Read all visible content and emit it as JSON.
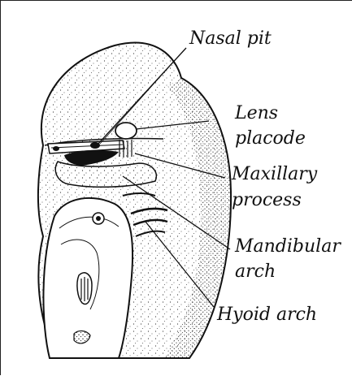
{
  "labels": {
    "nasal_pit": "Nasal pit",
    "lens_placode_line1": "Lens",
    "lens_placode_line2": "placode",
    "maxillary_process_line1": "Maxillary",
    "maxillary_process_line2": "process",
    "mandibular_arch_line1": "Mandibular",
    "mandibular_arch_line2": "arch",
    "hyoid_arch": "Hyoid arch"
  },
  "colors": {
    "ink": "#111111",
    "paper": "#ffffff"
  }
}
